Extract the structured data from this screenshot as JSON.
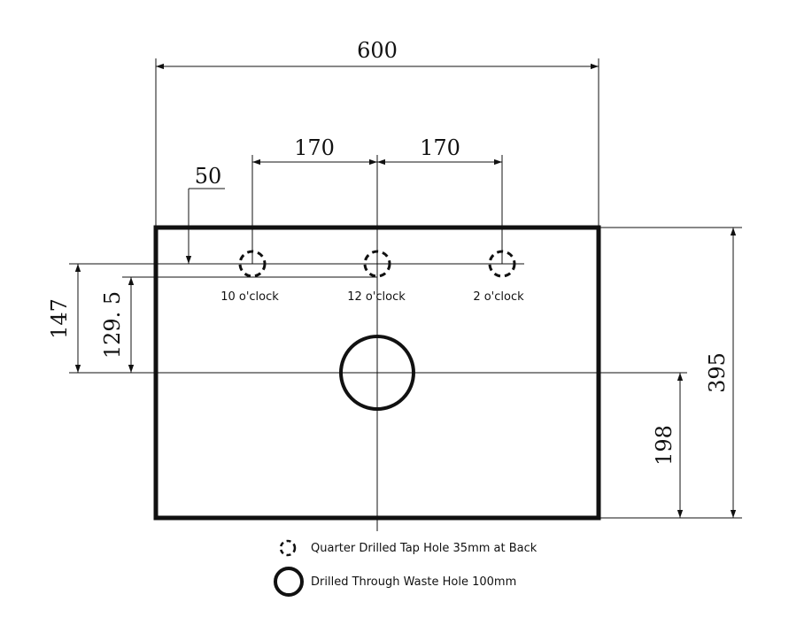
{
  "dimensions": {
    "overall_width": "600",
    "tap_spacing_left": "170",
    "tap_spacing_right": "170",
    "tap_offset_from_back": "50",
    "depth_to_waste_outer": "147",
    "depth_to_waste_inner": "129. 5",
    "overall_depth": "395",
    "waste_from_front": "198"
  },
  "tap_labels": {
    "left": "10 o'clock",
    "center": "12 o'clock",
    "right": "2 o'clock"
  },
  "legend": {
    "tap_hole": "Quarter Drilled Tap Hole 35mm at Back",
    "waste_hole": "Drilled Through Waste Hole 100mm"
  },
  "icons": {
    "tap_hole": "dashed-circle-icon",
    "waste_hole": "solid-circle-icon"
  },
  "colors": {
    "line": "#111111",
    "background": "#ffffff"
  }
}
